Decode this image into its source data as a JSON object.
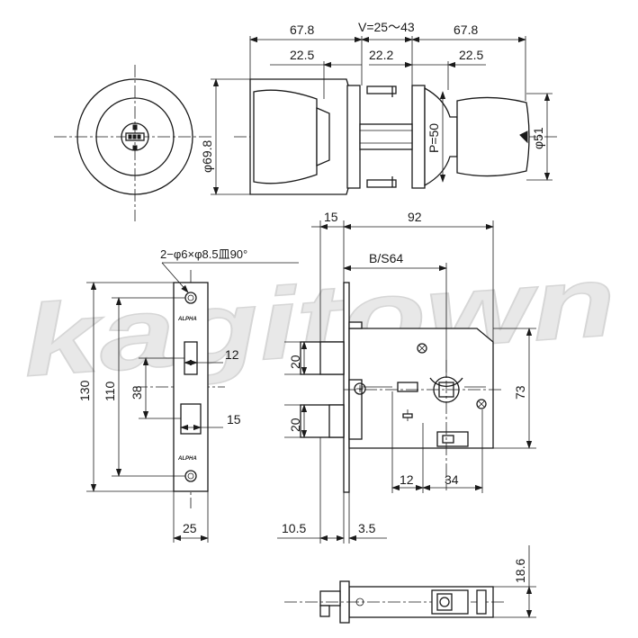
{
  "watermark": "kagitown",
  "brand": "ALPHA",
  "knob_view": {
    "overall_left": "67.8",
    "overall_right": "67.8",
    "door_range": "V=25〜43",
    "left_rose": "22.5",
    "left_spindle": "22.2",
    "right_rose": "22.5",
    "rose_diameter": "φ69.8",
    "pitch": "P=50",
    "knob_diameter": "φ51"
  },
  "faceplate": {
    "screw_note": "2−φ6×φ8.5皿90°",
    "height": "130",
    "screw_pitch": "110",
    "latch_to_bolt": "38",
    "latch_width": "12",
    "bolt_width": "15",
    "width": "25"
  },
  "case_view": {
    "front_depth": "15",
    "case_depth": "92",
    "backset": "B/S64",
    "latch_height": "20",
    "bolt_height": "20",
    "case_height": "73",
    "small_offset": "12",
    "spindle_offset": "34",
    "front_offset": "10.5",
    "plate_thickness": "3.5",
    "case_thickness": "18.6"
  },
  "icons": {
    "screw": "phillips-screw-icon",
    "cylinder": "key-cylinder-icon"
  }
}
